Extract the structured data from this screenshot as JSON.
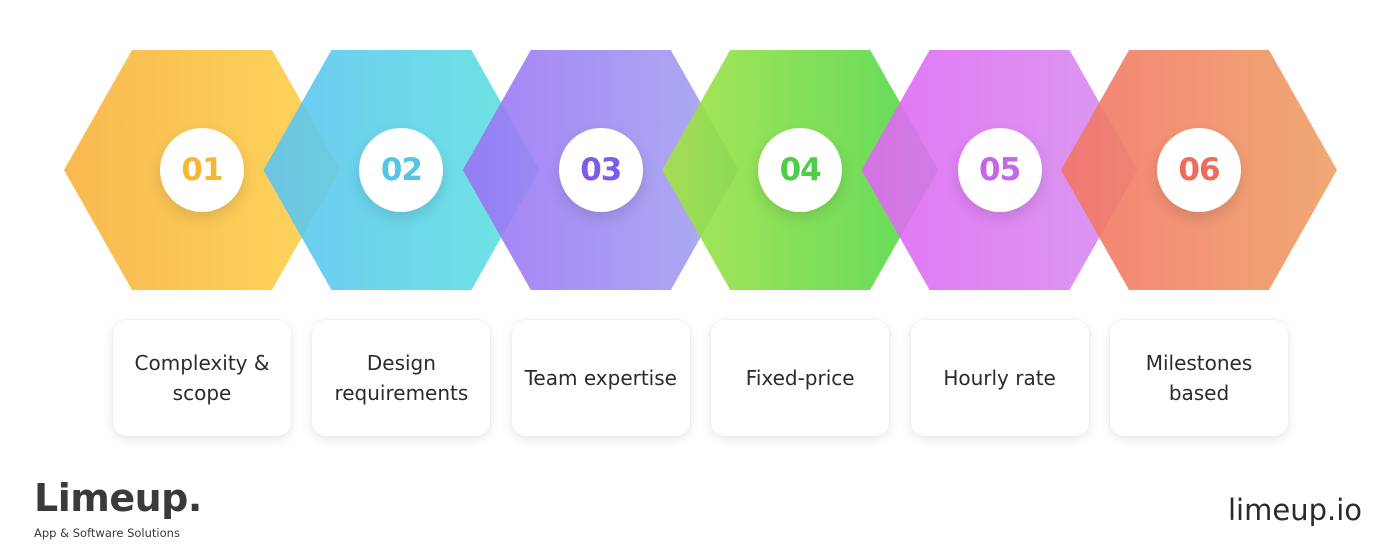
{
  "steps": [
    {
      "number": "01",
      "label": "Complexity & scope",
      "color_start": "#F9B13C",
      "color_end": "#FCD24A",
      "number_color": "#F5B735"
    },
    {
      "number": "02",
      "label": "Design requirements",
      "color_start": "#5CC3F2",
      "color_end": "#5EE3DE",
      "number_color": "#56C4E8"
    },
    {
      "number": "03",
      "label": "Team expertise",
      "color_start": "#9A72F6",
      "color_end": "#A4A6EE",
      "number_color": "#7F5BEA"
    },
    {
      "number": "04",
      "label": "Fixed-price",
      "color_start": "#A4E344",
      "color_end": "#4CD64A",
      "number_color": "#4FCC4A"
    },
    {
      "number": "05",
      "label": "Hourly rate",
      "color_start": "#E066F4",
      "color_end": "#D590EE",
      "number_color": "#C466EA"
    },
    {
      "number": "06",
      "label": "Milestones based",
      "color_start": "#F27466",
      "color_end": "#EEA064",
      "number_color": "#EE6B5C"
    }
  ],
  "brand": {
    "name": "Limeup.",
    "tagline": "App & Software Solutions",
    "url": "limeup.io"
  }
}
